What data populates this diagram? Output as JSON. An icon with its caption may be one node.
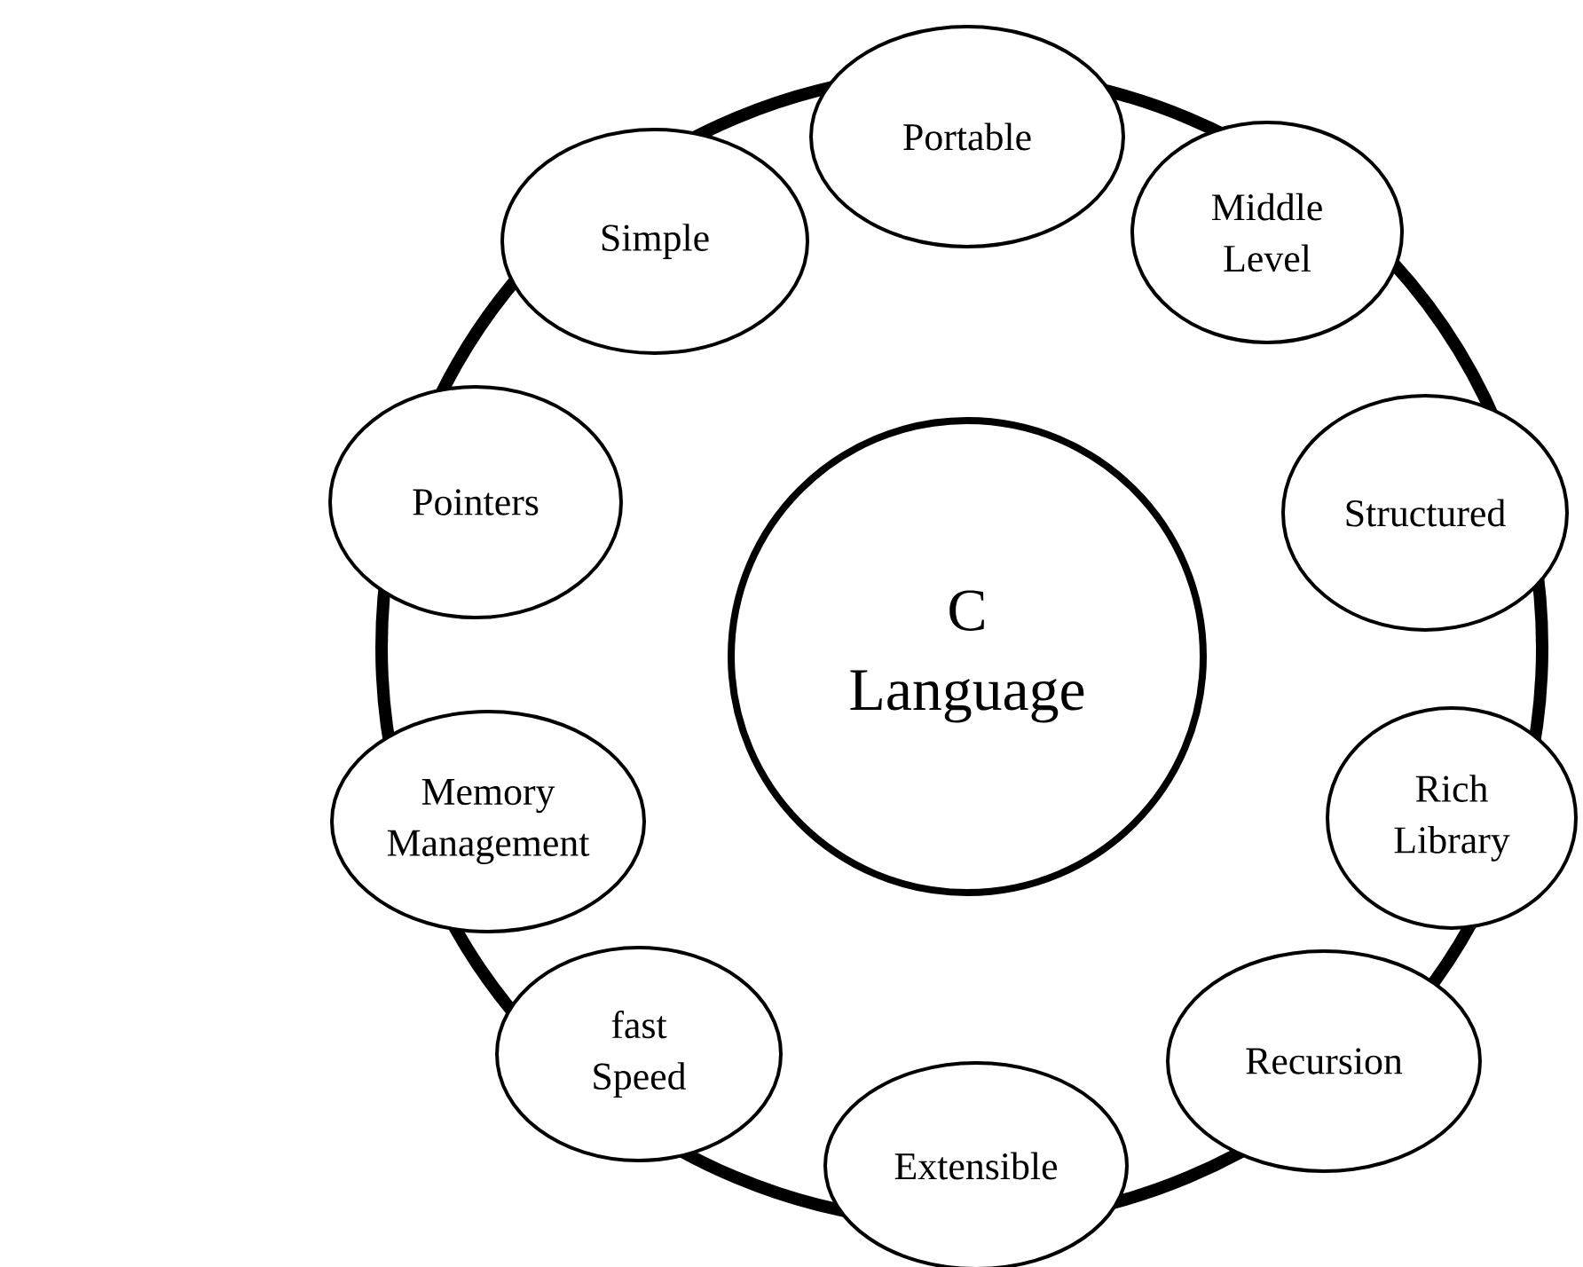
{
  "diagram": {
    "nodes": [
      {
        "text": [
          "C Language"
        ]
      },
      {
        "text": [
          "Portable"
        ]
      },
      {
        "text": [
          "Middle Level"
        ]
      },
      {
        "text": [
          "Structured"
        ]
      },
      {
        "text": [
          "Rich Library"
        ]
      },
      {
        "text": [
          "Recursion"
        ]
      },
      {
        "text": [
          "Extensible"
        ]
      },
      {
        "text": [
          "fast Speed"
        ]
      },
      {
        "text": [
          "Memory Management"
        ]
      },
      {
        "text": [
          "Pointers"
        ]
      },
      {
        "text": [
          "Simple"
        ]
      }
    ]
  }
}
